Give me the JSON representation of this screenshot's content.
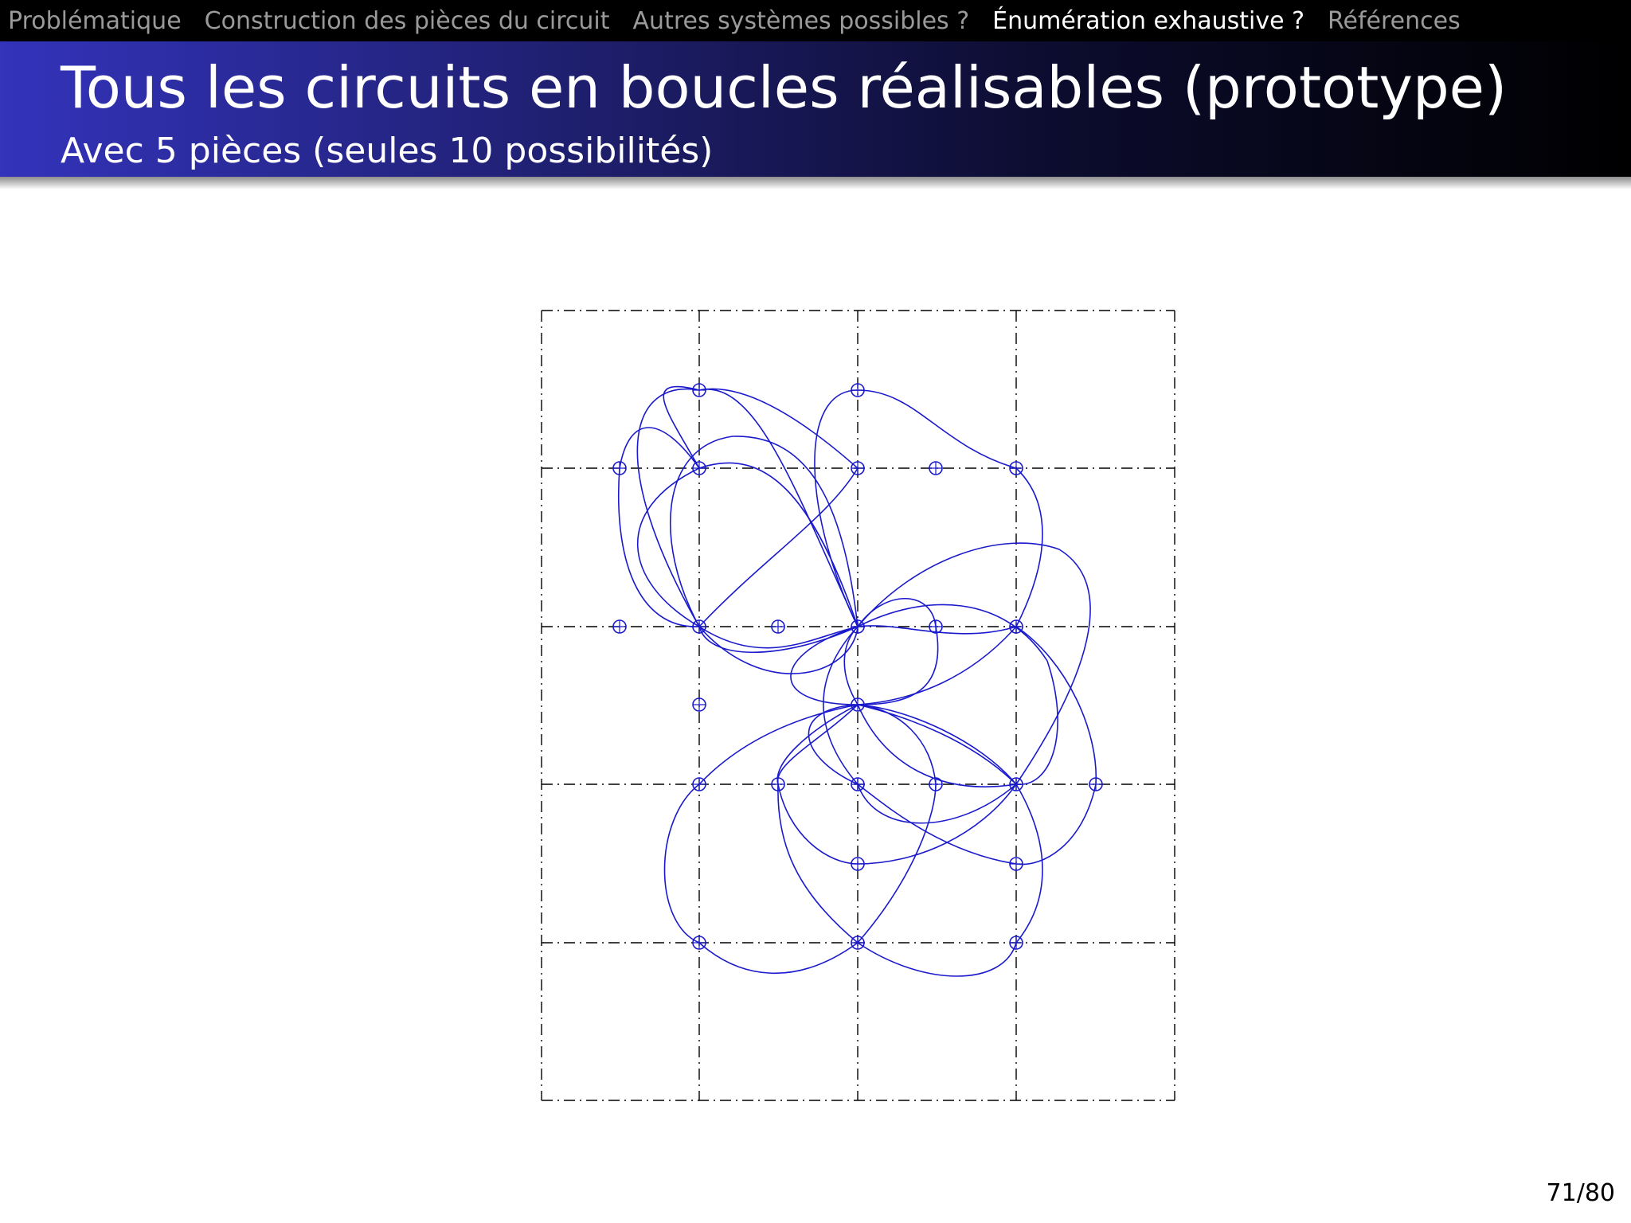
{
  "navbar": {
    "items": [
      {
        "label": "Problématique"
      },
      {
        "label": "Construction des pièces du circuit"
      },
      {
        "label": "Autres systèmes possibles ?"
      },
      {
        "label": "Énumération exhaustive ?",
        "active": true
      },
      {
        "label": "Références"
      }
    ]
  },
  "header": {
    "title": "Tous les circuits en boucles réalisables (prototype)",
    "subtitle": "Avec 5 pièces (seules 10 possibilités)"
  },
  "footer": {
    "page": "71/80"
  },
  "colors": {
    "curve": "#1a1acc",
    "grid": "#000000",
    "title_gradient_start": "#3333bb",
    "title_gradient_end": "#000000"
  }
}
